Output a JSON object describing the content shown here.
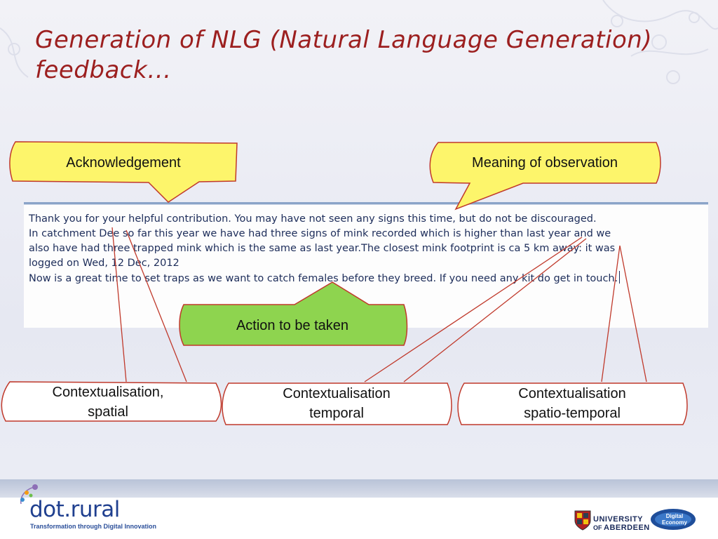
{
  "slide": {
    "title_line1": "Generation of NLG (Natural Language Generation)",
    "title_line2": "feedback…"
  },
  "feedback": {
    "lines": [
      "Thank you for your helpful contribution. You may have not seen any signs this time, but do not be discouraged.",
      "In catchment Dee so far this year we have had three signs of mink recorded which is higher than last year and we",
      "also have had three trapped mink which is the same as last year.The closest mink footprint is ca 5 km away: it was",
      "logged on Wed, 12 Dec, 2012",
      "Now is a great time to set traps as we want to catch females before they breed. If you need any kit do get in touch."
    ]
  },
  "callouts": {
    "acknowledgement": "Acknowledgement",
    "meaning": "Meaning of observation",
    "action": "Action to be taken",
    "spatial_line1": "Contextualisation,",
    "spatial_line2": "spatial",
    "temporal_line1": "Contextualisation",
    "temporal_line2": "temporal",
    "spatiotemporal_line1": "Contextualisation",
    "spatiotemporal_line2": "spatio-temporal"
  },
  "footer": {
    "logo_name": "dot.rural",
    "logo_tagline": "Transformation through Digital Innovation",
    "university_line1": "UNIVERSITY",
    "university_of": "OF",
    "university_name": "ABERDEEN",
    "de_line1": "Digital",
    "de_line2": "Economy"
  },
  "colors": {
    "title": "#9c1f1f",
    "yellow_callout": "#fdf56b",
    "green_callout": "#8ed44f",
    "callout_border": "#c0392b",
    "text": "#1d2d5a"
  },
  "icons": [
    "network-dots-logo-icon",
    "aberdeen-crest-icon",
    "digital-economy-logo-icon"
  ]
}
